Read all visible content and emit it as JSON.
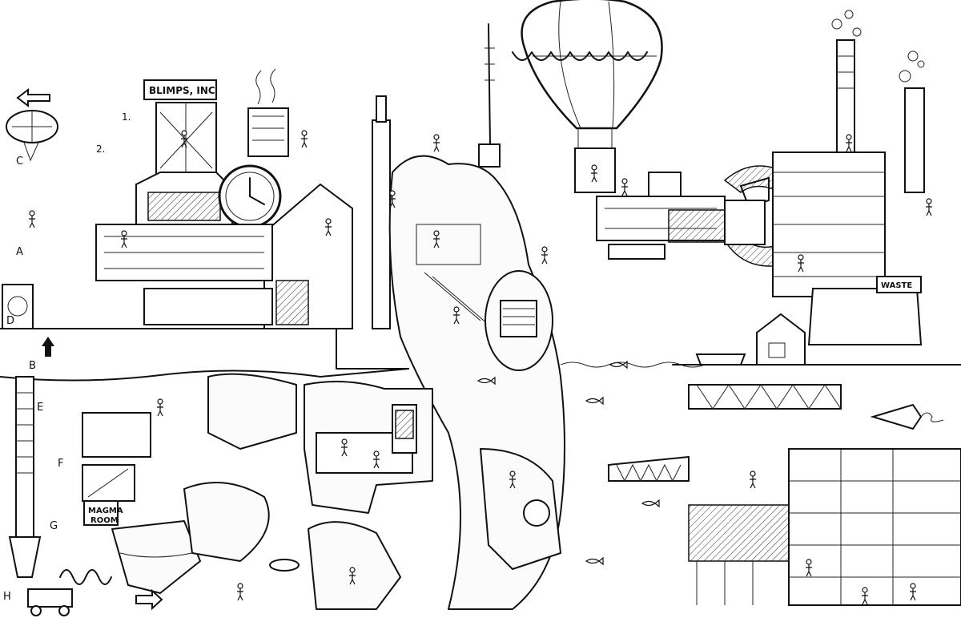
{
  "signs": {
    "blimps": "BLIMPS, INC",
    "waste": "WASTE",
    "magma_room": [
      "MAGMA",
      "ROOM"
    ]
  },
  "letters": [
    "A",
    "B",
    "C",
    "D",
    "E",
    "F",
    "G",
    "H"
  ],
  "step_labels": [
    "1.",
    "2."
  ],
  "icons": [
    "arrow-left-icon",
    "arrow-up-icon",
    "arrow-right-icon",
    "balloon-icon",
    "clock-icon",
    "gear-icon",
    "stick-figure-icon",
    "fish-icon",
    "smoke-puff-icon"
  ],
  "colors": {
    "ink": "#111111",
    "paper": "#ffffff"
  }
}
